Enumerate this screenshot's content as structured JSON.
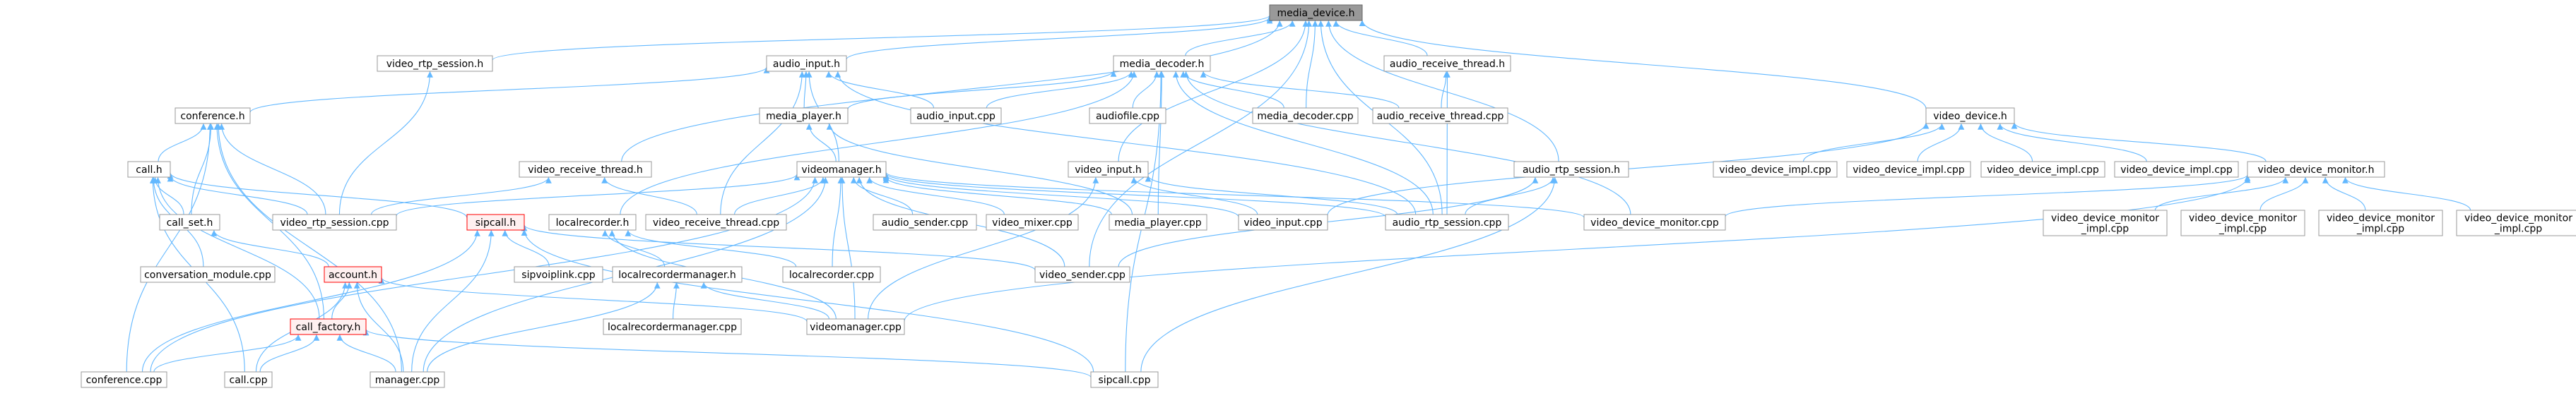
{
  "colors": {
    "edge": "#63b8ff",
    "node_border": "#999999",
    "root_fill": "#999999",
    "highlight_border": "#ff0000",
    "highlight_fill": "#fff0f0"
  },
  "nodes": [
    {
      "id": "media_device_h",
      "label": [
        "media_device.h"
      ],
      "style": "root"
    },
    {
      "id": "video_rtp_session_h",
      "label": [
        "video_rtp_session.h"
      ]
    },
    {
      "id": "audio_input_h",
      "label": [
        "audio_input.h"
      ]
    },
    {
      "id": "media_decoder_h",
      "label": [
        "media_decoder.h"
      ]
    },
    {
      "id": "audio_receive_thread_h",
      "label": [
        "audio_receive_thread.h"
      ]
    },
    {
      "id": "conference_h",
      "label": [
        "conference.h"
      ]
    },
    {
      "id": "media_player_h",
      "label": [
        "media_player.h"
      ]
    },
    {
      "id": "audio_input_cpp",
      "label": [
        "audio_input.cpp"
      ]
    },
    {
      "id": "audiofile_cpp",
      "label": [
        "audiofile.cpp"
      ]
    },
    {
      "id": "media_decoder_cpp",
      "label": [
        "media_decoder.cpp"
      ]
    },
    {
      "id": "audio_receive_thread_cpp",
      "label": [
        "audio_receive_thread.cpp"
      ]
    },
    {
      "id": "video_device_h",
      "label": [
        "video_device.h"
      ]
    },
    {
      "id": "call_h",
      "label": [
        "call.h"
      ]
    },
    {
      "id": "videomanager_h",
      "label": [
        "videomanager.h"
      ]
    },
    {
      "id": "video_receive_thread_h",
      "label": [
        "video_receive_thread.h"
      ]
    },
    {
      "id": "video_input_h",
      "label": [
        "video_input.h"
      ]
    },
    {
      "id": "audio_rtp_session_h",
      "label": [
        "audio_rtp_session.h"
      ]
    },
    {
      "id": "video_device_impl_cpp_1",
      "label": [
        "video_device_impl.cpp"
      ]
    },
    {
      "id": "video_device_impl_cpp_2",
      "label": [
        "video_device_impl.cpp"
      ]
    },
    {
      "id": "video_device_impl_cpp_3",
      "label": [
        "video_device_impl.cpp"
      ]
    },
    {
      "id": "video_device_impl_cpp_4",
      "label": [
        "video_device_impl.cpp"
      ]
    },
    {
      "id": "video_device_monitor_h",
      "label": [
        "video_device_monitor.h"
      ]
    },
    {
      "id": "call_set_h",
      "label": [
        "call_set.h"
      ]
    },
    {
      "id": "video_rtp_session_cpp",
      "label": [
        "video_rtp_session.cpp"
      ]
    },
    {
      "id": "sipcall_h",
      "label": [
        "sipcall.h"
      ],
      "style": "red"
    },
    {
      "id": "localrecorder_h",
      "label": [
        "localrecorder.h"
      ]
    },
    {
      "id": "video_receive_thread_cpp",
      "label": [
        "video_receive_thread.cpp"
      ]
    },
    {
      "id": "audio_sender_cpp",
      "label": [
        "audio_sender.cpp"
      ]
    },
    {
      "id": "video_mixer_cpp",
      "label": [
        "video_mixer.cpp"
      ]
    },
    {
      "id": "media_player_cpp",
      "label": [
        "media_player.cpp"
      ]
    },
    {
      "id": "video_input_cpp",
      "label": [
        "video_input.cpp"
      ]
    },
    {
      "id": "audio_rtp_session_cpp",
      "label": [
        "audio_rtp_session.cpp"
      ]
    },
    {
      "id": "video_device_monitor_cpp",
      "label": [
        "video_device_monitor.cpp"
      ]
    },
    {
      "id": "vdm_impl_cpp_1",
      "label": [
        "video_device_monitor",
        "_impl.cpp"
      ]
    },
    {
      "id": "vdm_impl_cpp_2",
      "label": [
        "video_device_monitor",
        "_impl.cpp"
      ]
    },
    {
      "id": "vdm_impl_cpp_3",
      "label": [
        "video_device_monitor",
        "_impl.cpp"
      ]
    },
    {
      "id": "vdm_impl_cpp_4",
      "label": [
        "video_device_monitor",
        "_impl.cpp"
      ]
    },
    {
      "id": "conversation_module_cpp",
      "label": [
        "conversation_module.cpp"
      ]
    },
    {
      "id": "account_h",
      "label": [
        "account.h"
      ],
      "style": "red"
    },
    {
      "id": "sipvoiplink_cpp",
      "label": [
        "sipvoiplink.cpp"
      ]
    },
    {
      "id": "localrecordermanager_h",
      "label": [
        "localrecordermanager.h"
      ]
    },
    {
      "id": "localrecorder_cpp",
      "label": [
        "localrecorder.cpp"
      ]
    },
    {
      "id": "video_sender_cpp",
      "label": [
        "video_sender.cpp"
      ]
    },
    {
      "id": "call_factory_h",
      "label": [
        "call_factory.h"
      ],
      "style": "red"
    },
    {
      "id": "localrecordermanager_cpp",
      "label": [
        "localrecordermanager.cpp"
      ]
    },
    {
      "id": "videomanager_cpp",
      "label": [
        "videomanager.cpp"
      ]
    },
    {
      "id": "conference_cpp",
      "label": [
        "conference.cpp"
      ]
    },
    {
      "id": "call_cpp",
      "label": [
        "call.cpp"
      ]
    },
    {
      "id": "manager_cpp",
      "label": [
        "manager.cpp"
      ]
    },
    {
      "id": "sipcall_cpp",
      "label": [
        "sipcall.cpp"
      ]
    }
  ],
  "edges": [
    [
      "media_device_h",
      "video_rtp_session_h"
    ],
    [
      "media_device_h",
      "audio_input_h"
    ],
    [
      "media_device_h",
      "media_decoder_h"
    ],
    [
      "media_device_h",
      "media_decoder_cpp"
    ],
    [
      "media_device_h",
      "audio_receive_thread_h"
    ],
    [
      "media_device_h",
      "video_device_h"
    ],
    [
      "media_device_h",
      "video_receive_thread_h"
    ],
    [
      "media_device_h",
      "video_input_h"
    ],
    [
      "media_device_h",
      "audio_rtp_session_h"
    ],
    [
      "media_device_h",
      "audio_rtp_session_cpp"
    ],
    [
      "media_device_h",
      "video_sender_cpp"
    ],
    [
      "video_rtp_session_h",
      "video_rtp_session_cpp"
    ],
    [
      "audio_input_h",
      "conference_h"
    ],
    [
      "audio_input_h",
      "media_player_h"
    ],
    [
      "audio_input_h",
      "audio_input_cpp"
    ],
    [
      "audio_input_h",
      "videomanager_h"
    ],
    [
      "audio_input_h",
      "video_receive_thread_cpp"
    ],
    [
      "audio_input_h",
      "audio_rtp_session_cpp"
    ],
    [
      "media_decoder_h",
      "media_player_h"
    ],
    [
      "media_decoder_h",
      "audio_input_cpp"
    ],
    [
      "media_decoder_h",
      "audiofile_cpp"
    ],
    [
      "media_decoder_h",
      "media_decoder_cpp"
    ],
    [
      "media_decoder_h",
      "audio_receive_thread_cpp"
    ],
    [
      "media_decoder_h",
      "localrecorder_h"
    ],
    [
      "media_decoder_h",
      "media_player_cpp"
    ],
    [
      "media_decoder_h",
      "audio_rtp_session_cpp"
    ],
    [
      "media_decoder_h",
      "sipcall_cpp"
    ],
    [
      "media_decoder_h",
      "video_device_monitor_cpp"
    ],
    [
      "audio_receive_thread_h",
      "audio_receive_thread_cpp"
    ],
    [
      "audio_receive_thread_h",
      "audio_rtp_session_cpp"
    ],
    [
      "conference_h",
      "call_h"
    ],
    [
      "conference_h",
      "call_set_h"
    ],
    [
      "conference_h",
      "video_rtp_session_cpp"
    ],
    [
      "conference_h",
      "conference_cpp"
    ],
    [
      "conference_h",
      "manager_cpp"
    ],
    [
      "conference_h",
      "call_factory_h"
    ],
    [
      "media_player_h",
      "videomanager_h"
    ],
    [
      "media_player_h",
      "media_player_cpp"
    ],
    [
      "video_device_h",
      "video_device_impl_cpp_1"
    ],
    [
      "video_device_h",
      "video_device_impl_cpp_2"
    ],
    [
      "video_device_h",
      "video_device_impl_cpp_3"
    ],
    [
      "video_device_h",
      "video_device_impl_cpp_4"
    ],
    [
      "video_device_h",
      "video_device_monitor_h"
    ],
    [
      "video_device_h",
      "video_input_cpp"
    ],
    [
      "call_h",
      "call_set_h"
    ],
    [
      "call_h",
      "video_rtp_session_cpp"
    ],
    [
      "call_h",
      "sipcall_h"
    ],
    [
      "call_h",
      "conversation_module_cpp"
    ],
    [
      "call_h",
      "call_factory_h"
    ],
    [
      "call_h",
      "call_cpp"
    ],
    [
      "videomanager_h",
      "video_rtp_session_cpp"
    ],
    [
      "videomanager_h",
      "video_receive_thread_cpp"
    ],
    [
      "videomanager_h",
      "audio_sender_cpp"
    ],
    [
      "videomanager_h",
      "video_mixer_cpp"
    ],
    [
      "videomanager_h",
      "media_player_cpp"
    ],
    [
      "videomanager_h",
      "video_input_cpp"
    ],
    [
      "videomanager_h",
      "audio_rtp_session_cpp"
    ],
    [
      "videomanager_h",
      "video_device_monitor_cpp"
    ],
    [
      "videomanager_h",
      "localrecorder_cpp"
    ],
    [
      "videomanager_h",
      "video_sender_cpp"
    ],
    [
      "videomanager_h",
      "videomanager_cpp"
    ],
    [
      "videomanager_h",
      "manager_cpp"
    ],
    [
      "videomanager_h",
      "conference_cpp"
    ],
    [
      "video_receive_thread_h",
      "video_rtp_session_cpp"
    ],
    [
      "video_receive_thread_h",
      "video_receive_thread_cpp"
    ],
    [
      "video_input_h",
      "video_input_cpp"
    ],
    [
      "video_input_h",
      "audio_rtp_session_cpp"
    ],
    [
      "video_input_h",
      "videomanager_cpp"
    ],
    [
      "audio_rtp_session_h",
      "audio_rtp_session_cpp"
    ],
    [
      "audio_rtp_session_h",
      "sipcall_cpp"
    ],
    [
      "audio_rtp_session_h",
      "video_sender_cpp"
    ],
    [
      "video_device_monitor_h",
      "video_device_monitor_cpp"
    ],
    [
      "video_device_monitor_h",
      "vdm_impl_cpp_1"
    ],
    [
      "video_device_monitor_h",
      "vdm_impl_cpp_2"
    ],
    [
      "video_device_monitor_h",
      "vdm_impl_cpp_3"
    ],
    [
      "video_device_monitor_h",
      "vdm_impl_cpp_4"
    ],
    [
      "video_device_monitor_h",
      "videomanager_cpp"
    ],
    [
      "call_set_h",
      "account_h"
    ],
    [
      "sipcall_h",
      "conference_cpp"
    ],
    [
      "sipcall_h",
      "sipvoiplink_cpp"
    ],
    [
      "sipcall_h",
      "manager_cpp"
    ],
    [
      "sipcall_h",
      "sipcall_cpp"
    ],
    [
      "sipcall_h",
      "video_sender_cpp"
    ],
    [
      "localrecorder_h",
      "localrecordermanager_h"
    ],
    [
      "localrecorder_h",
      "localrecorder_cpp"
    ],
    [
      "localrecorder_h",
      "videomanager_cpp"
    ],
    [
      "account_h",
      "call_factory_h"
    ],
    [
      "account_h",
      "call_cpp"
    ],
    [
      "account_h",
      "manager_cpp"
    ],
    [
      "account_h",
      "videomanager_cpp"
    ],
    [
      "localrecordermanager_h",
      "localrecordermanager_cpp"
    ],
    [
      "localrecordermanager_h",
      "videomanager_cpp"
    ],
    [
      "localrecordermanager_h",
      "manager_cpp"
    ],
    [
      "call_factory_h",
      "conference_cpp"
    ],
    [
      "call_factory_h",
      "call_cpp"
    ],
    [
      "call_factory_h",
      "manager_cpp"
    ],
    [
      "call_factory_h",
      "sipcall_cpp"
    ]
  ]
}
